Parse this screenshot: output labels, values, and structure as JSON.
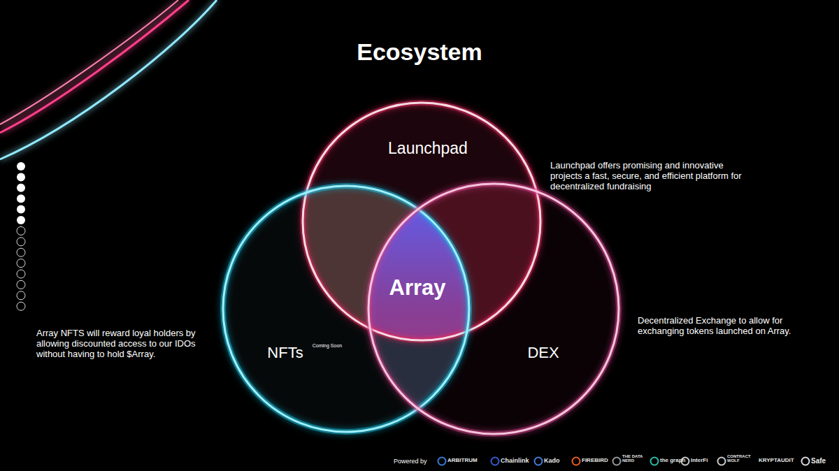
{
  "diagram": {
    "title": "Ecosystem",
    "nodes": [
      {
        "text": [
          "Launchpad"
        ]
      },
      {
        "text": [
          "NFTs",
          "Coming Soon"
        ]
      },
      {
        "text": [
          "DEX"
        ]
      },
      {
        "text": [
          "Array"
        ]
      }
    ],
    "labels": [
      "Launchpad offers promising and innovative projects a fast, secure, and efficient platform for decentralized fundraising",
      "Array NFTS will reward loyal holders by allowing discounted access to our IDOs without having to hold $Array.",
      "Decentralized Exchange to allow for exchanging tokens launched on Array.",
      "Powered by",
      "ARBITRUM",
      "Chainlink",
      "Kado",
      "FIREBIRD",
      "THE DATA NERD",
      "the graph",
      "InterFi",
      "CONTRACT WOLF",
      "KRYPTAUDIT",
      "Safe"
    ]
  }
}
